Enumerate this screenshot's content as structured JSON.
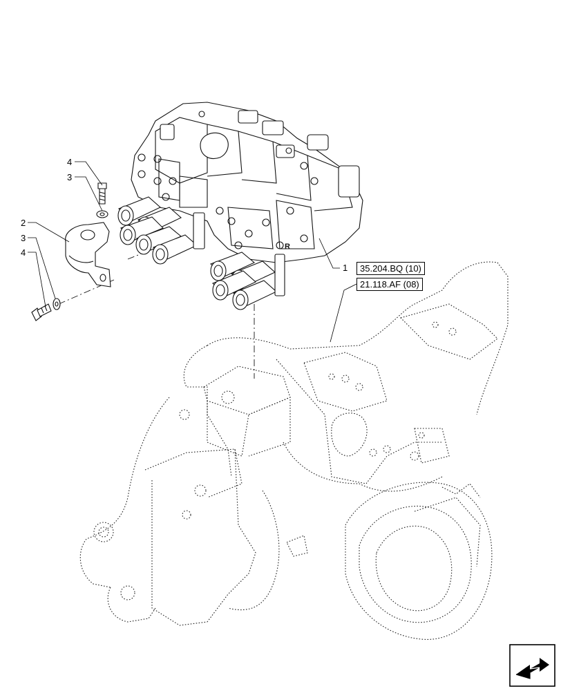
{
  "callouts": [
    {
      "label": "4"
    },
    {
      "label": "3"
    },
    {
      "label": "2"
    },
    {
      "label": "3"
    },
    {
      "label": "4"
    },
    {
      "label": "1"
    }
  ],
  "references": [
    {
      "label": "35.204.BQ (10)"
    },
    {
      "label": "21.118.AF (08)"
    }
  ],
  "icons": {
    "navigation": "next-page-arrow-icon"
  }
}
